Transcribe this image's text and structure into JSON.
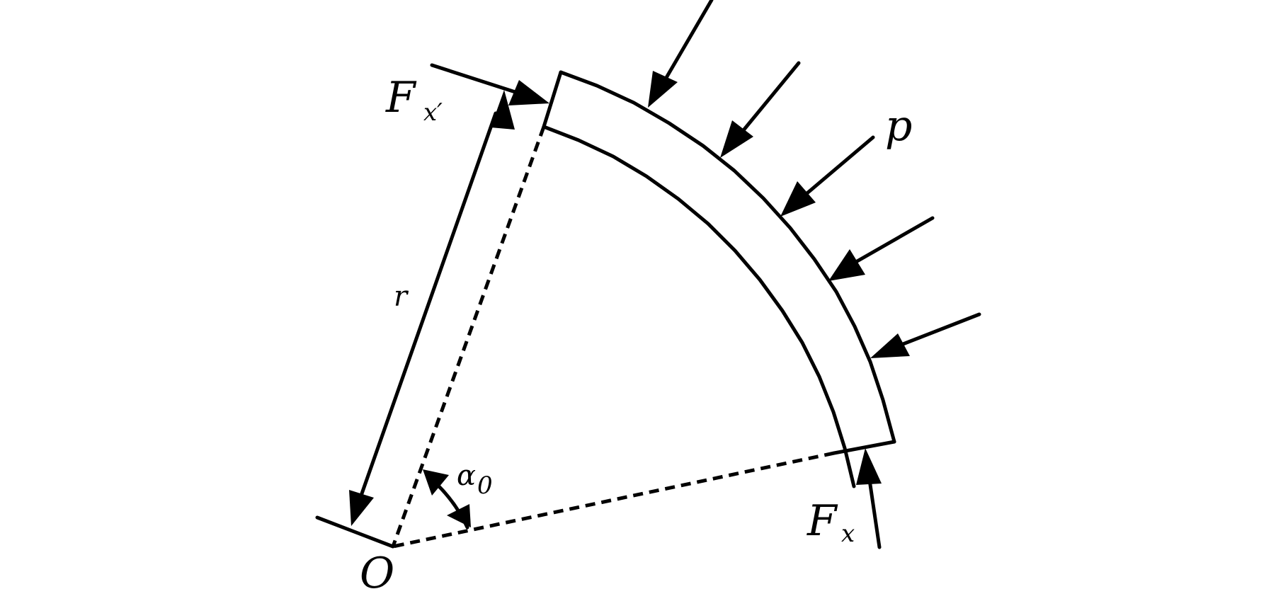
{
  "labels": {
    "fx_prime_main": "F",
    "fx_prime_sub": "x′",
    "p": "p",
    "r": "r",
    "alpha_main": "α",
    "alpha_sub": "0",
    "fx_main": "F",
    "fx_sub": "x",
    "origin": "O"
  }
}
